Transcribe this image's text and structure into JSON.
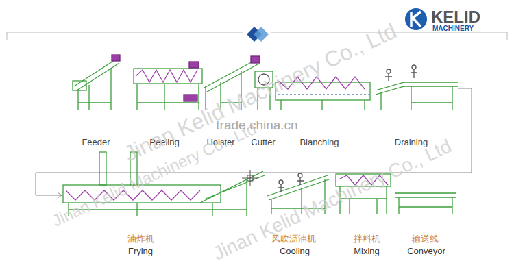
{
  "diagram": {
    "labels": [
      "KELID",
      "MACHINERY",
      "Feeder",
      "Peeling",
      "Hoister",
      "Cutter",
      "Blanching",
      "Draining",
      "trade.china.cn",
      "油炸机",
      "Frying",
      "风吹沥油机",
      "Cooling",
      "拌料机",
      "Mixing",
      "输送线",
      "Conveyor",
      "Jinan Kelid Machinery Co., Ltd",
      "Jinan Kelid Machinery Co., Ltd",
      "Jinan Kelid Machinery Co., Ltd"
    ]
  }
}
